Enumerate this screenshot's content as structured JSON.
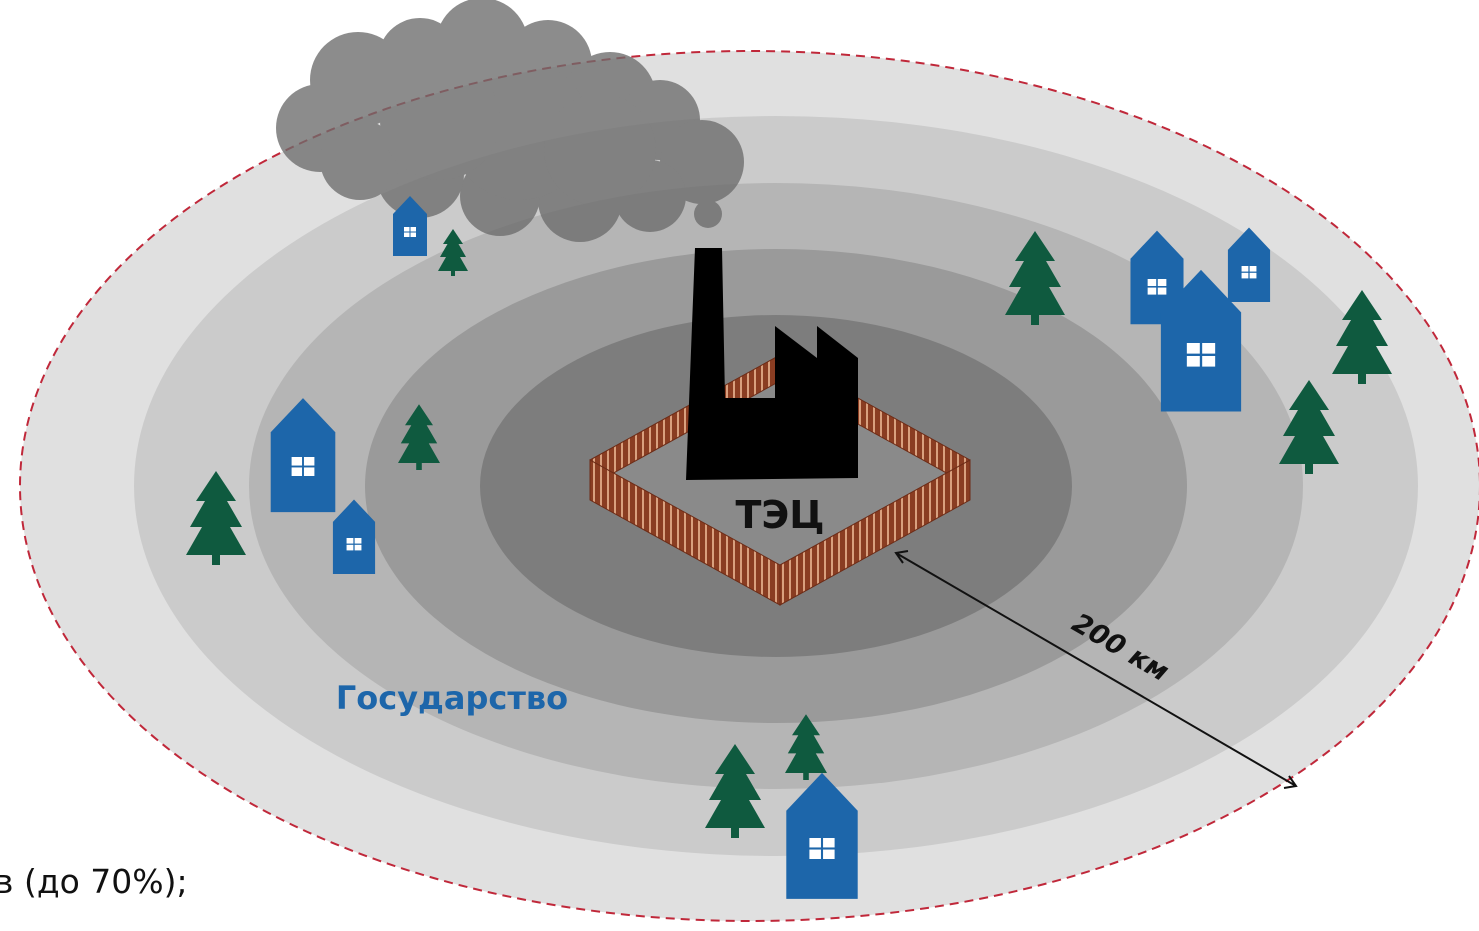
{
  "labels": {
    "plant": "ТЭЦ",
    "state": "Государство",
    "distance": "200 км",
    "footnote": "в (до 70%);"
  },
  "icons": {
    "cloud": "smoke-cloud-icon",
    "factory": "factory-icon",
    "fence": "fence-icon",
    "house": "house-icon",
    "tree": "tree-icon",
    "arrow": "double-arrow-icon"
  },
  "colors": {
    "zone_1": "#e0e0e0",
    "zone_2": "#cbcbcb",
    "zone_3": "#b5b5b5",
    "zone_4": "#9a9a9a",
    "zone_5": "#7d7d7d",
    "boundary": "#c0283a",
    "house": "#1d66aa",
    "tree": "#0f5a3f",
    "fence": "#8a3d22",
    "factory": "#000000",
    "smoke": "#6d6d6d",
    "state_text": "#1d66aa"
  }
}
